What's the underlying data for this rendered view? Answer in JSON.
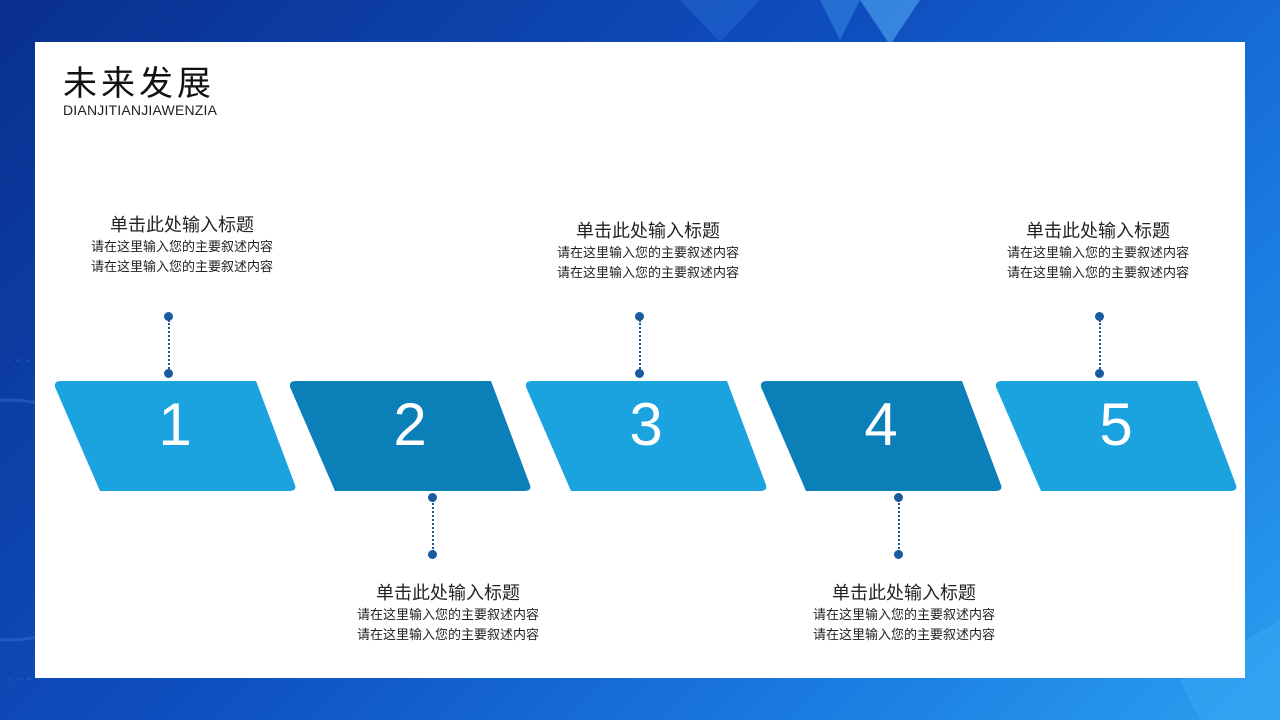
{
  "slide": {
    "title": "未来发展",
    "subtitle": "DIANJITIANJIAWENZIA"
  },
  "colors": {
    "light_block": "#1aa3de",
    "dark_block": "#0a7fb8",
    "connector": "#1a5a9e",
    "frame_dark": "#0a2f8e",
    "frame_light": "#2aa0f0"
  },
  "steps": [
    {
      "number": "1",
      "title": "单击此处输入标题",
      "line1": "请在这里输入您的主要叙述内容",
      "line2": "请在这里输入您的主要叙述内容"
    },
    {
      "number": "2",
      "title": "单击此处输入标题",
      "line1": "请在这里输入您的主要叙述内容",
      "line2": "请在这里输入您的主要叙述内容"
    },
    {
      "number": "3",
      "title": "单击此处输入标题",
      "line1": "请在这里输入您的主要叙述内容",
      "line2": "请在这里输入您的主要叙述内容"
    },
    {
      "number": "4",
      "title": "单击此处输入标题",
      "line1": "请在这里输入您的主要叙述内容",
      "line2": "请在这里输入您的主要叙述内容"
    },
    {
      "number": "5",
      "title": "单击此处输入标题",
      "line1": "请在这里输入您的主要叙述内容",
      "line2": "请在这里输入您的主要叙述内容"
    }
  ]
}
